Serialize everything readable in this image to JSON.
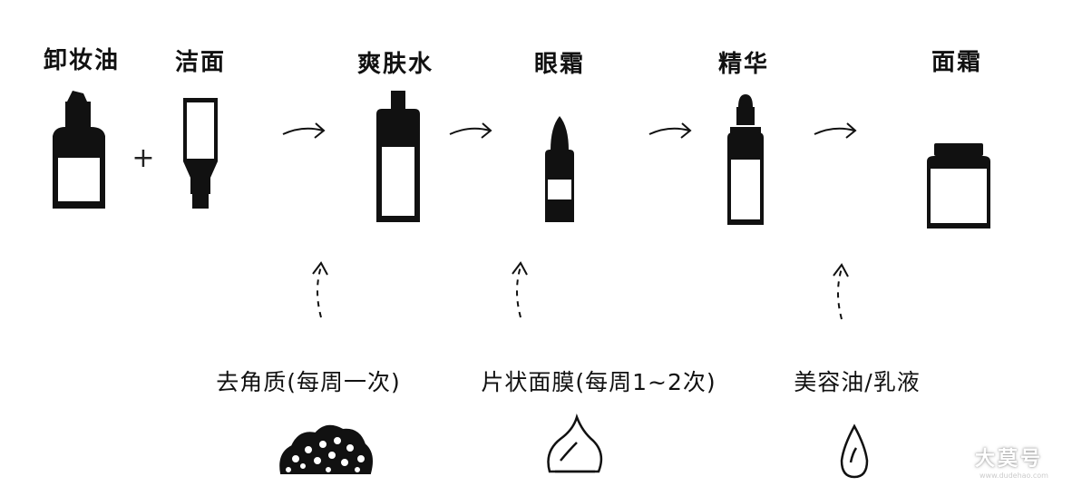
{
  "steps": [
    {
      "label": "卸妆油",
      "icon": "cleansing-oil-bottle-icon"
    },
    {
      "label": "洁面",
      "icon": "cleanser-tube-icon"
    },
    {
      "label": "爽肤水",
      "icon": "toner-bottle-icon"
    },
    {
      "label": "眼霜",
      "icon": "eye-cream-bottle-icon"
    },
    {
      "label": "精华",
      "icon": "serum-dropper-bottle-icon"
    },
    {
      "label": "面霜",
      "icon": "face-cream-jar-icon"
    }
  ],
  "plus": "+",
  "extras": [
    {
      "label": "去角质(每周一次)",
      "icon": "exfoliation-scrub-icon"
    },
    {
      "label": "片状面膜(每周1~2次)",
      "icon": "sheet-mask-icon"
    },
    {
      "label": "美容油/乳液",
      "icon": "oil-drop-icon"
    }
  ],
  "watermark": {
    "brand": "大莫号",
    "url": "www.dudehao.com"
  }
}
